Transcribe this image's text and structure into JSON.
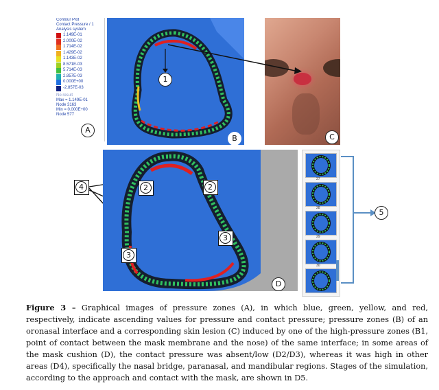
{
  "legend": {
    "title_lines": [
      "Contour Plot",
      "Contact Pressure / 1",
      "Analysis system"
    ],
    "values": [
      "1.149E-01",
      "2.000E-02",
      "1.714E-02",
      "1.429E-02",
      "1.143E-02",
      "8.571E-03",
      "5.714E-03",
      "2.857E-03",
      "0.000E+00",
      "-2.857E-03"
    ],
    "colors": [
      "#d01010",
      "#e03020",
      "#f07020",
      "#f0b020",
      "#e8e020",
      "#a0d020",
      "#40c040",
      "#20b0b0",
      "#2070e0",
      "#102080"
    ],
    "no_result": "No result",
    "max_line": "Max = 1.149E-01",
    "max_node": "Node 3163",
    "min_line": "Min = 0.000E+00",
    "min_node": "Node 577"
  },
  "panel_labels": {
    "a": "A",
    "b": "B",
    "c": "C",
    "d": "D"
  },
  "markers": {
    "b1": "1",
    "d2": "2",
    "d3": "3",
    "d4": "4",
    "d5": "5"
  },
  "thumbnails": [
    "27",
    "28",
    "29",
    "30",
    ""
  ],
  "caption": {
    "lead": "Figure 3 –",
    "text": " Graphical images of pressure zones (A), in which blue, green, yellow, and red, respectively, indicate ascending values for pressure and contact pressure; pressure zones (B) of an oronasal interface and a corresponding skin lesion (C) induced by one of the high-pressure zones (B1, point of contact between the mask membrane and the nose) of the same interface; in some areas of the mask cushion (D), the contact pressure was absent/low (D2/D3), whereas it was high in other areas (D4), specifically the nasal bridge, paranasal, and mandibular regions. Stages of the simulation, according to the approach and contact with the mask, are shown in D5."
  }
}
